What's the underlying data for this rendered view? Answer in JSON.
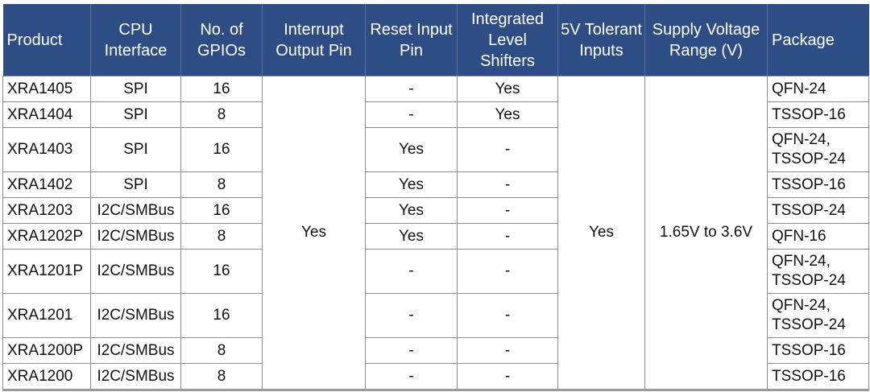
{
  "table": {
    "columns": [
      {
        "key": "product",
        "label": "Product"
      },
      {
        "key": "cpu",
        "label": "CPU Interface"
      },
      {
        "key": "gpios",
        "label": "No. of GPIOs"
      },
      {
        "key": "interrupt",
        "label": "Interrupt Output Pin"
      },
      {
        "key": "reset",
        "label": "Reset Input Pin"
      },
      {
        "key": "ils",
        "label": "Integrated Level Shifters"
      },
      {
        "key": "tolerant",
        "label": "5V Tolerant Inputs"
      },
      {
        "key": "supply",
        "label": "Supply Voltage Range (V)"
      },
      {
        "key": "package",
        "label": "Package"
      }
    ],
    "merged": {
      "interrupt": "Yes",
      "tolerant": "Yes",
      "supply": "1.65V to 3.6V"
    },
    "rows": [
      {
        "product": "XRA1405",
        "cpu": "SPI",
        "gpios": "16",
        "reset": "-",
        "ils": "Yes",
        "package": "QFN-24"
      },
      {
        "product": "XRA1404",
        "cpu": "SPI",
        "gpios": "8",
        "reset": "-",
        "ils": "Yes",
        "package": "TSSOP-16"
      },
      {
        "product": "XRA1403",
        "cpu": "SPI",
        "gpios": "16",
        "reset": "Yes",
        "ils": "-",
        "package": "QFN-24, TSSOP-24"
      },
      {
        "product": "XRA1402",
        "cpu": "SPI",
        "gpios": "8",
        "reset": "Yes",
        "ils": "-",
        "package": "TSSOP-16"
      },
      {
        "product": "XRA1203",
        "cpu": "I2C/SMBus",
        "gpios": "16",
        "reset": "Yes",
        "ils": "-",
        "package": "TSSOP-24"
      },
      {
        "product": "XRA1202P",
        "cpu": "I2C/SMBus",
        "gpios": "8",
        "reset": "Yes",
        "ils": "-",
        "package": "QFN-16"
      },
      {
        "product": "XRA1201P",
        "cpu": "I2C/SMBus",
        "gpios": "16",
        "reset": "-",
        "ils": "-",
        "package": "QFN-24, TSSOP-24"
      },
      {
        "product": "XRA1201",
        "cpu": "I2C/SMBus",
        "gpios": "16",
        "reset": "-",
        "ils": "-",
        "package": "QFN-24, TSSOP-24"
      },
      {
        "product": "XRA1200P",
        "cpu": "I2C/SMBus",
        "gpios": "8",
        "reset": "-",
        "ils": "-",
        "package": "TSSOP-16"
      },
      {
        "product": "XRA1200",
        "cpu": "I2C/SMBus",
        "gpios": "8",
        "reset": "-",
        "ils": "-",
        "package": "TSSOP-16"
      }
    ],
    "colors": {
      "header_bg": "#2e4d85",
      "header_text": "#ffffff",
      "header_divider": "#5d6f96",
      "body_border": "#8c8c8c",
      "bottom_border": "#9a9a9a"
    }
  }
}
